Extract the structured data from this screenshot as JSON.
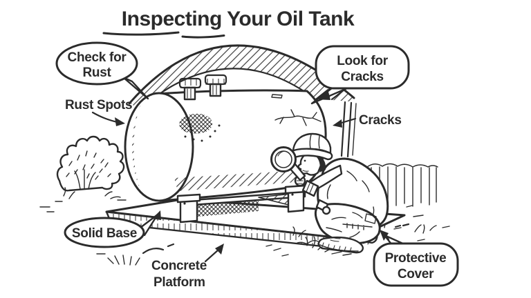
{
  "title": "Inspecting Your Oil Tank",
  "callouts": {
    "check_rust": {
      "line1": "Check for",
      "line2": "Rust"
    },
    "look_cracks": {
      "line1": "Look for",
      "line2": "Cracks"
    },
    "solid_base": {
      "text": "Solid Base"
    },
    "protective_cover": {
      "line1": "Protective",
      "line2": "Cover"
    }
  },
  "labels": {
    "rust_spots": "Rust Spots",
    "cracks": "Cracks",
    "concrete_platform": {
      "line1": "Concrete",
      "line2": "Platform"
    }
  },
  "colors": {
    "ink": "#2b2b2b",
    "background": "#ffffff"
  }
}
